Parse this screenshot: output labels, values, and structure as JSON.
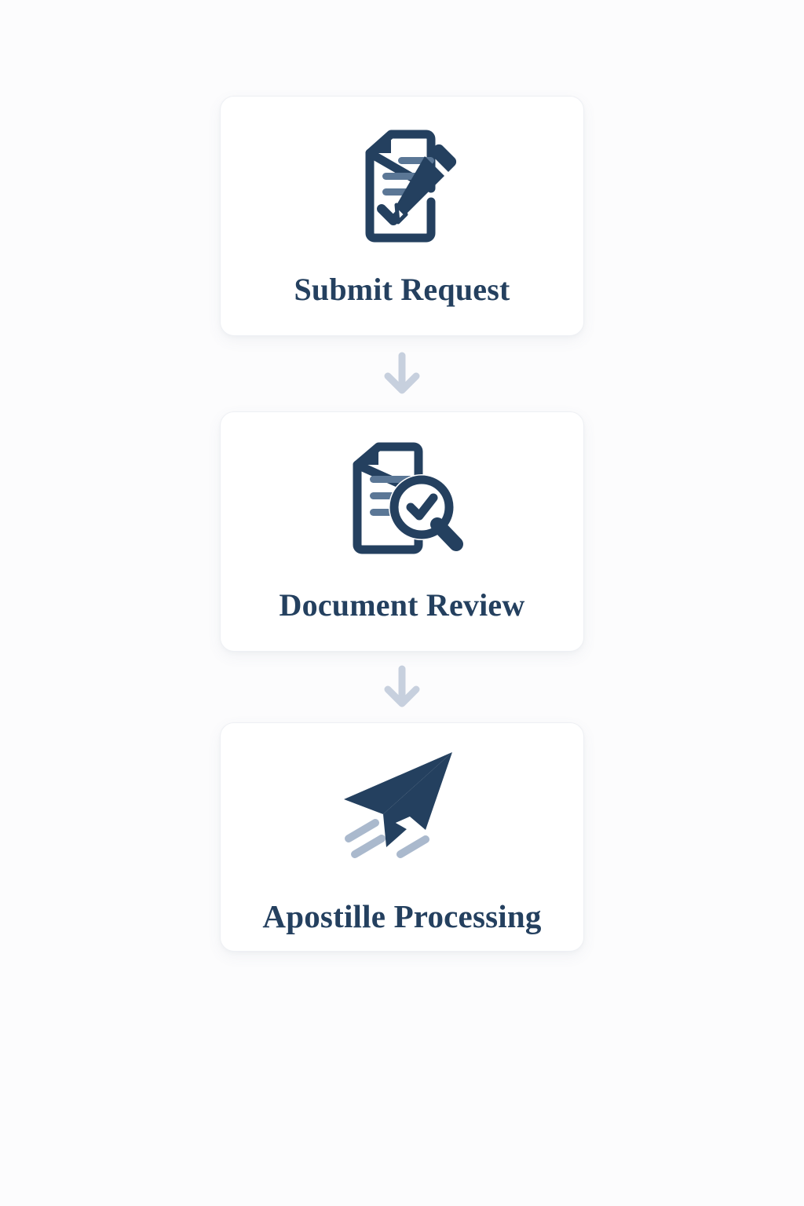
{
  "page": {
    "background_color": "#fcfcfd",
    "accent_dark": "#24405f",
    "accent_mid": "#5b7796",
    "arrow_color": "#c7d0de",
    "card_background": "#ffffff",
    "card_border_color": "#eef0f4"
  },
  "flow": {
    "steps": [
      {
        "label": "Submit Request",
        "icon": "document-pencil-check-icon"
      },
      {
        "label": "Document Review",
        "icon": "document-magnifier-check-icon"
      },
      {
        "label": "Apostille Processing",
        "icon": "paper-plane-icon"
      }
    ],
    "connectors": [
      {
        "icon": "arrow-down-icon"
      },
      {
        "icon": "arrow-down-icon"
      }
    ]
  }
}
